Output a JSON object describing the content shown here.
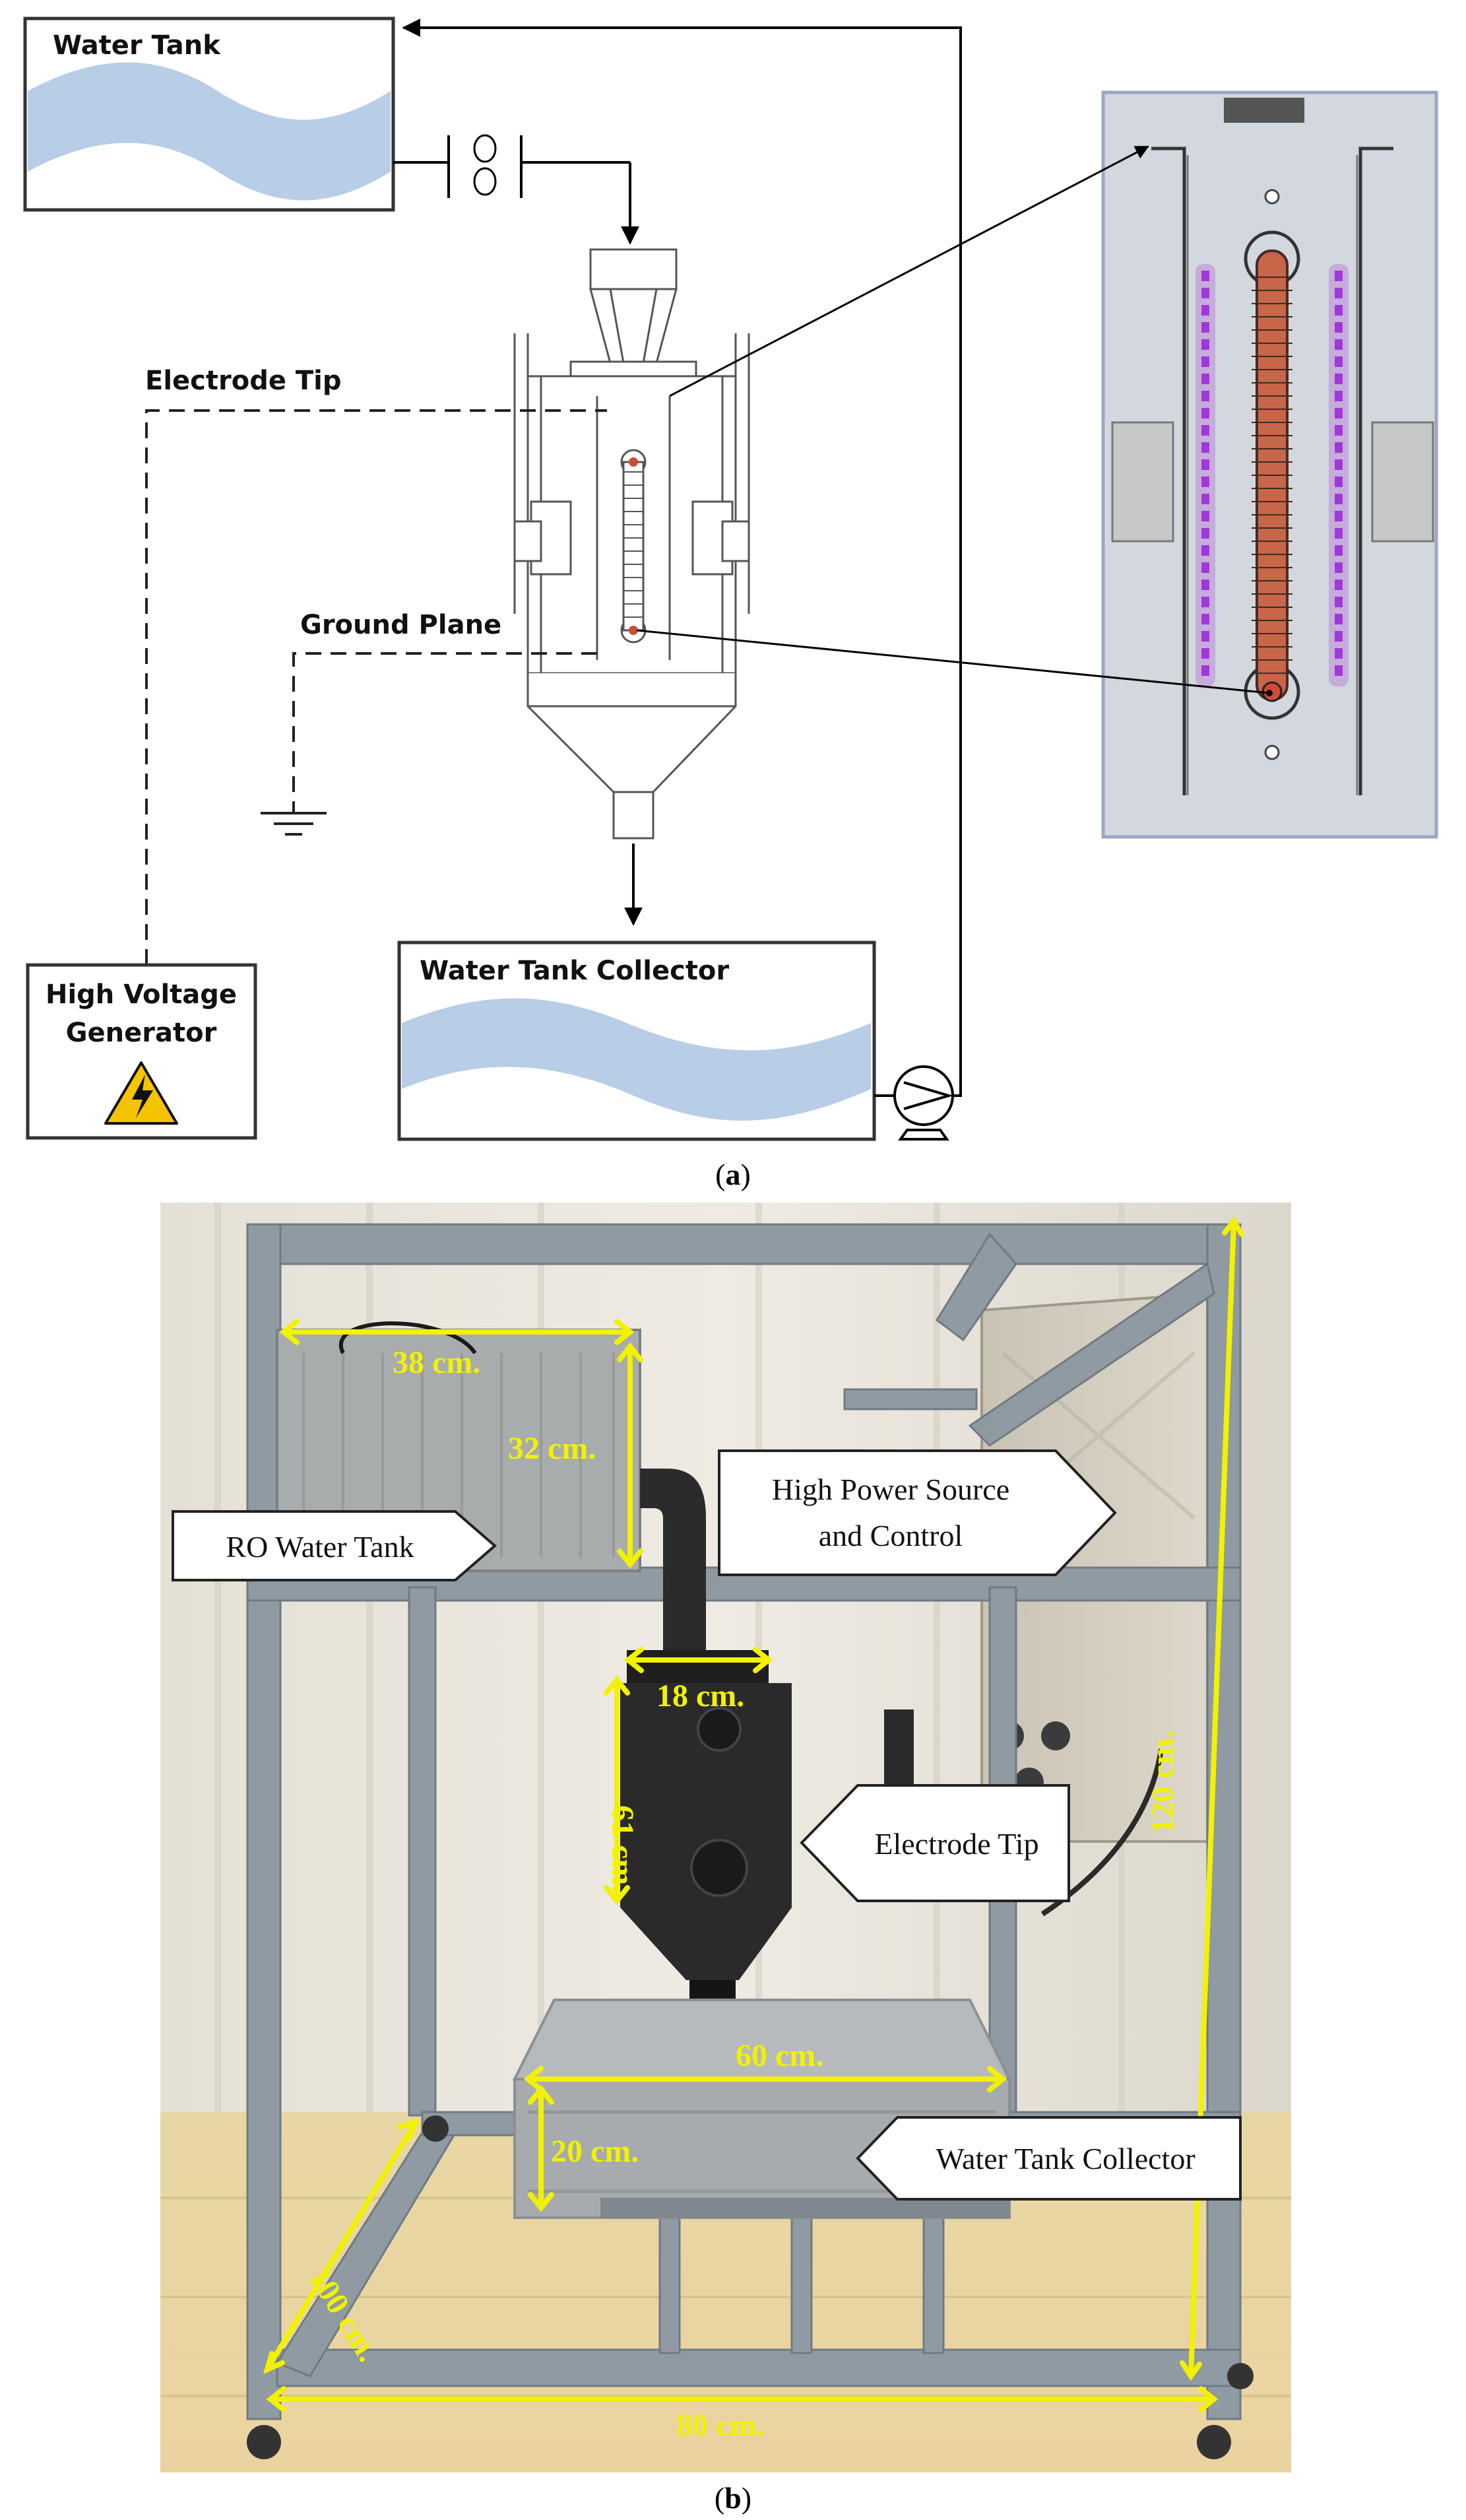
{
  "diagram": {
    "water_tank": "Water Tank",
    "electrode_tip": "Electrode Tip",
    "ground_plane": "Ground Plane",
    "high_voltage_line1": "High Voltage",
    "high_voltage_line2": "Generator",
    "collector": "Water Tank Collector"
  },
  "photo": {
    "dim_38": "38 cm.",
    "dim_32": "32 cm.",
    "dim_18": "18 cm.",
    "dim_61": "61 cm.",
    "dim_60": "60 cm.",
    "dim_20": "20 cm.",
    "dim_100": "100 cm.",
    "dim_80": "80 cm.",
    "dim_120": "120 cm.",
    "high_power_line1": "High Power Source",
    "high_power_line2": "and Control",
    "ro_tank": "RO Water Tank",
    "electrode_tip": "Electrode Tip",
    "collector": "Water Tank Collector"
  },
  "captions": {
    "a_letter": "a",
    "b_letter": "b",
    "open": "(",
    "close": ")"
  },
  "colors": {
    "water": "#b8cde6",
    "photo_bg": "#e9e4d9",
    "frame": "#8f9aa3",
    "dimension": "#f2f200",
    "electrode": "#c8664a",
    "plasma": "#b05ad6",
    "inset_bg": "#d3d7de"
  }
}
